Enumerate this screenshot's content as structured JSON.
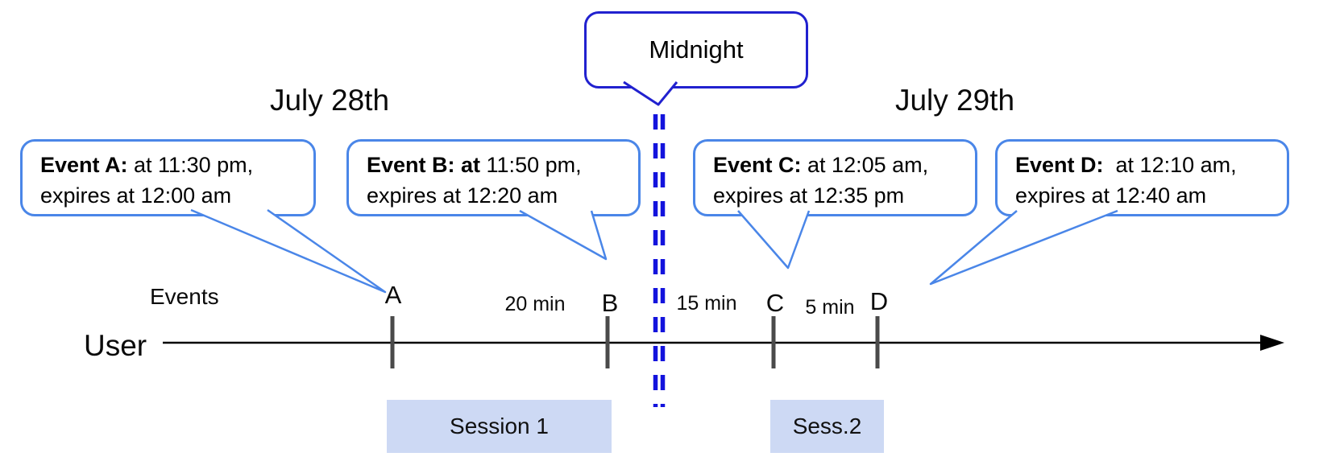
{
  "titles": {
    "date_left": "July 28th",
    "date_right": "July 29th"
  },
  "midnight": {
    "label": "Midnight"
  },
  "axis": {
    "events_label": "Events",
    "user_label": "User"
  },
  "events": [
    {
      "marker": "A",
      "bold": "Event A:",
      "line1_rest": " at 11:30 pm,",
      "line2": "expires at 12:00 am"
    },
    {
      "marker": "B",
      "bold": "Event B: at",
      "line1_rest": " 11:50 pm,",
      "line2": "expires at 12:20 am"
    },
    {
      "marker": "C",
      "bold": "Event C:",
      "line1_rest": " at 12:05 am,",
      "line2": "expires at 12:35 pm"
    },
    {
      "marker": "D",
      "bold": "Event D: ",
      "line1_rest": " at 12:10 am,",
      "line2": "expires at 12:40 am"
    }
  ],
  "intervals": [
    {
      "label": "20 min"
    },
    {
      "label": "15 min"
    },
    {
      "label": "5 min"
    }
  ],
  "sessions": [
    {
      "label": "Session 1"
    },
    {
      "label": "Sess.2"
    }
  ],
  "colors": {
    "callout_border": "#4a86e8",
    "midnight_border": "#2121cf",
    "midnight_dash": "#1313dd",
    "session_fill": "#cdd9f4",
    "tick_gray": "#4a4a4a",
    "timeline_black": "#000000"
  }
}
